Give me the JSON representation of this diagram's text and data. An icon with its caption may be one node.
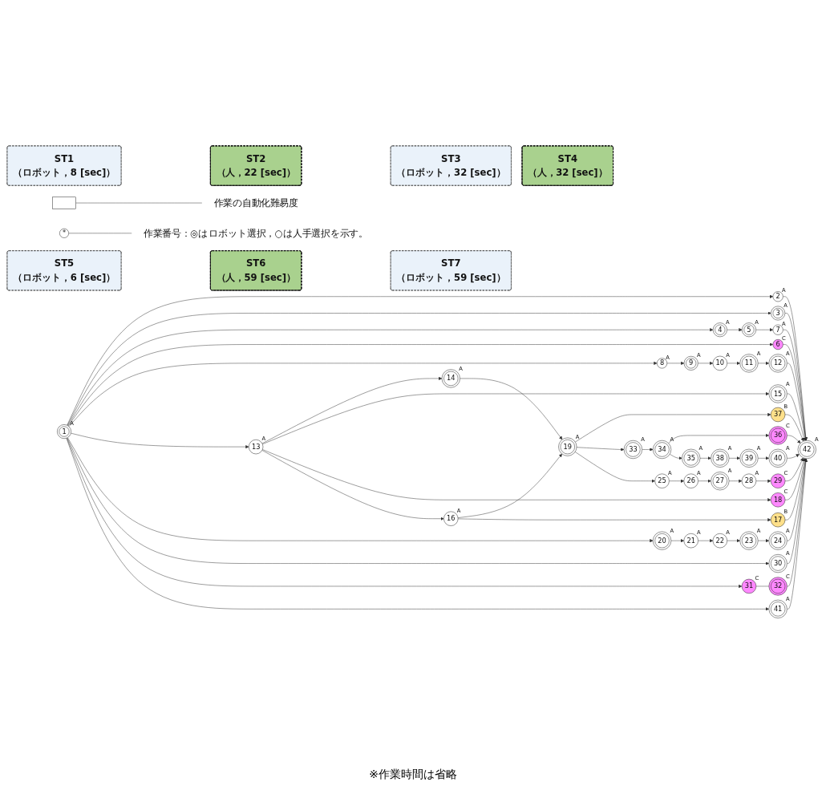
{
  "diagram": {
    "nodes": [
      {
        "text": [
          "1"
        ],
        "beside": [
          "A"
        ]
      },
      {
        "text": [
          "2"
        ],
        "beside": [
          "A"
        ]
      },
      {
        "text": [
          "3"
        ],
        "beside": [
          "A"
        ]
      },
      {
        "text": [
          "4"
        ],
        "beside": [
          "A"
        ]
      },
      {
        "text": [
          "5"
        ],
        "beside": [
          "A"
        ]
      },
      {
        "text": [
          "6"
        ],
        "beside": [
          "C"
        ]
      },
      {
        "text": [
          "7"
        ],
        "beside": [
          "A"
        ]
      },
      {
        "text": [
          "8"
        ],
        "beside": [
          "A"
        ]
      },
      {
        "text": [
          "9"
        ],
        "beside": [
          "A"
        ]
      },
      {
        "text": [
          "10"
        ],
        "beside": [
          "A"
        ]
      },
      {
        "text": [
          "11"
        ],
        "beside": [
          "A"
        ]
      },
      {
        "text": [
          "12"
        ],
        "beside": [
          "A"
        ]
      },
      {
        "text": [
          "13"
        ],
        "beside": [
          "A"
        ]
      },
      {
        "text": [
          "14"
        ],
        "beside": [
          "A"
        ]
      },
      {
        "text": [
          "15"
        ],
        "beside": [
          "A"
        ]
      },
      {
        "text": [
          "16"
        ],
        "beside": [
          "A"
        ]
      },
      {
        "text": [
          "17"
        ],
        "beside": [
          "B"
        ]
      },
      {
        "text": [
          "18"
        ],
        "beside": [
          "C"
        ]
      },
      {
        "text": [
          "19"
        ],
        "beside": [
          "A"
        ]
      },
      {
        "text": [
          "20"
        ],
        "beside": [
          "A"
        ]
      },
      {
        "text": [
          "21"
        ],
        "beside": [
          "A"
        ]
      },
      {
        "text": [
          "22"
        ],
        "beside": [
          "A"
        ]
      },
      {
        "text": [
          "23"
        ],
        "beside": [
          "A"
        ]
      },
      {
        "text": [
          "24"
        ],
        "beside": [
          "A"
        ]
      },
      {
        "text": [
          "25"
        ],
        "beside": [
          "A"
        ]
      },
      {
        "text": [
          "26"
        ],
        "beside": [
          "A"
        ]
      },
      {
        "text": [
          "27"
        ],
        "beside": [
          "A"
        ]
      },
      {
        "text": [
          "28"
        ],
        "beside": [
          "A"
        ]
      },
      {
        "text": [
          "29"
        ],
        "beside": [
          "C"
        ]
      },
      {
        "text": [
          "30"
        ],
        "beside": [
          "A"
        ]
      },
      {
        "text": [
          "31"
        ],
        "beside": [
          "C"
        ]
      },
      {
        "text": [
          "32"
        ],
        "beside": [
          "C"
        ]
      },
      {
        "text": [
          "33"
        ],
        "beside": [
          "A"
        ]
      },
      {
        "text": [
          "34"
        ],
        "beside": [
          "A"
        ]
      },
      {
        "text": [
          "35"
        ],
        "beside": [
          "A"
        ]
      },
      {
        "text": [
          "36"
        ],
        "beside": [
          "C"
        ]
      },
      {
        "text": [
          "37"
        ],
        "beside": [
          "B"
        ]
      },
      {
        "text": [
          "38"
        ],
        "beside": [
          "A"
        ]
      },
      {
        "text": [
          "39"
        ],
        "beside": [
          "A"
        ]
      },
      {
        "text": [
          "40"
        ],
        "beside": [
          "A"
        ]
      },
      {
        "text": [
          "41"
        ],
        "beside": [
          "A"
        ]
      },
      {
        "text": [
          "42"
        ],
        "beside": [
          "A"
        ]
      },
      {
        "text": [
          "ST1",
          "（ロボット，8 [sec]）"
        ]
      },
      {
        "text": [
          "ST2",
          "（人，22 [sec]）"
        ]
      },
      {
        "text": [
          "ST3",
          "（ロボット，32 [sec]）"
        ]
      },
      {
        "text": [
          "ST4",
          "（人，32 [sec]）"
        ]
      },
      {
        "text": [
          "ST5",
          "（ロボット，6 [sec]）"
        ]
      },
      {
        "text": [
          "ST6",
          "（人，59 [sec]）"
        ]
      },
      {
        "text": [
          "ST7",
          "（ロボット，59 [sec]）"
        ]
      },
      {
        "text": [
          "*"
        ]
      },
      {
        "text": [],
        "shape": "box"
      },
      {
        "text": [
          "作業の自動化難易度"
        ]
      },
      {
        "text": [
          "作業番号：◎はロボット選択，○は人手選択を示す。"
        ]
      }
    ],
    "edges": [
      {
        "from": 0,
        "to": 1,
        "arrow": "to"
      },
      {
        "from": 0,
        "to": 2,
        "arrow": "to"
      },
      {
        "from": 0,
        "to": 3,
        "arrow": "to"
      },
      {
        "from": 0,
        "to": 5,
        "arrow": "to"
      },
      {
        "from": 0,
        "to": 7,
        "arrow": "to"
      },
      {
        "from": 0,
        "to": 12,
        "arrow": "to"
      },
      {
        "from": 0,
        "to": 19,
        "arrow": "to"
      },
      {
        "from": 0,
        "to": 29,
        "arrow": "to"
      },
      {
        "from": 0,
        "to": 30,
        "arrow": "to"
      },
      {
        "from": 0,
        "to": 40,
        "arrow": "to"
      },
      {
        "from": 12,
        "to": 13,
        "arrow": "to"
      },
      {
        "from": 12,
        "to": 14,
        "arrow": "to"
      },
      {
        "from": 12,
        "to": 17,
        "arrow": "to"
      },
      {
        "from": 12,
        "to": 15,
        "arrow": "to"
      },
      {
        "from": 13,
        "to": 18,
        "arrow": "to"
      },
      {
        "from": 15,
        "to": 18,
        "arrow": "to"
      },
      {
        "from": 15,
        "to": 16,
        "arrow": "to"
      },
      {
        "from": 18,
        "to": 36,
        "arrow": "to"
      },
      {
        "from": 18,
        "to": 32,
        "arrow": "to"
      },
      {
        "from": 18,
        "to": 24,
        "arrow": "to"
      },
      {
        "from": 3,
        "to": 4,
        "arrow": "to"
      },
      {
        "from": 4,
        "to": 6,
        "arrow": "to"
      },
      {
        "from": 7,
        "to": 8,
        "arrow": "to"
      },
      {
        "from": 8,
        "to": 9,
        "arrow": "to"
      },
      {
        "from": 9,
        "to": 10,
        "arrow": "to"
      },
      {
        "from": 10,
        "to": 11,
        "arrow": "to"
      },
      {
        "from": 24,
        "to": 25,
        "arrow": "to"
      },
      {
        "from": 25,
        "to": 26,
        "arrow": "to"
      },
      {
        "from": 26,
        "to": 27,
        "arrow": "to"
      },
      {
        "from": 27,
        "to": 28,
        "arrow": "to"
      },
      {
        "from": 19,
        "to": 20,
        "arrow": "to"
      },
      {
        "from": 20,
        "to": 21,
        "arrow": "to"
      },
      {
        "from": 21,
        "to": 22,
        "arrow": "to"
      },
      {
        "from": 22,
        "to": 23,
        "arrow": "to"
      },
      {
        "from": 30,
        "to": 31,
        "arrow": "none"
      },
      {
        "from": 32,
        "to": 33,
        "arrow": "to"
      },
      {
        "from": 33,
        "to": 35,
        "arrow": "to"
      },
      {
        "from": 33,
        "to": 34,
        "arrow": "to"
      },
      {
        "from": 34,
        "to": 37,
        "arrow": "to"
      },
      {
        "from": 37,
        "to": 38,
        "arrow": "to"
      },
      {
        "from": 38,
        "to": 39,
        "arrow": "to"
      },
      {
        "from": 39,
        "to": 41,
        "arrow": "to"
      },
      {
        "from": 1,
        "to": 41,
        "arrow": "to"
      },
      {
        "from": 2,
        "to": 41,
        "arrow": "to"
      },
      {
        "from": 6,
        "to": 41,
        "arrow": "to"
      },
      {
        "from": 5,
        "to": 41,
        "arrow": "to"
      },
      {
        "from": 11,
        "to": 41,
        "arrow": "to"
      },
      {
        "from": 14,
        "to": 41,
        "arrow": "to"
      },
      {
        "from": 17,
        "to": 41,
        "arrow": "to"
      },
      {
        "from": 36,
        "to": 41,
        "arrow": "to"
      },
      {
        "from": 35,
        "to": 41,
        "arrow": "to"
      },
      {
        "from": 40,
        "to": 41,
        "arrow": "to"
      },
      {
        "from": 31,
        "to": 41,
        "arrow": "to"
      },
      {
        "from": 29,
        "to": 41,
        "arrow": "to"
      },
      {
        "from": 23,
        "to": 41,
        "arrow": "to"
      },
      {
        "from": 16,
        "to": 41,
        "arrow": "to"
      },
      {
        "from": 28,
        "to": 41,
        "arrow": "to"
      },
      {
        "from": 50,
        "to": 51,
        "arrow": "none"
      },
      {
        "from": 49,
        "to": 52,
        "arrow": "none"
      }
    ],
    "labels": [
      "※作業時間は省略"
    ]
  }
}
